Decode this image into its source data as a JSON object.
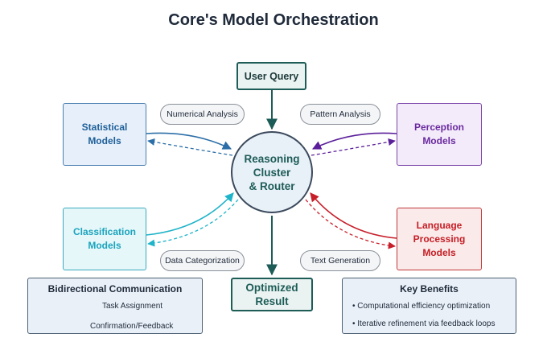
{
  "title": "Core's Model Orchestration",
  "nodes": {
    "user_query": "User Query",
    "router": [
      "Reasoning",
      "Cluster",
      "& Router"
    ],
    "result": [
      "Optimized",
      "Result"
    ],
    "statistical": [
      "Statistical",
      "Models"
    ],
    "classification": [
      "Classification",
      "Models"
    ],
    "perception": [
      "Perception",
      "Models"
    ],
    "language": [
      "Language",
      "Processing",
      "Models"
    ]
  },
  "edge_labels": {
    "numerical": "Numerical Analysis",
    "pattern": "Pattern Analysis",
    "data_cat": "Data Categorization",
    "text_gen": "Text Generation"
  },
  "legend": {
    "title": "Bidirectional Communication",
    "task": "Task Assignment",
    "feedback": "Confirmation/Feedback"
  },
  "benefits": {
    "title": "Key Benefits",
    "items": [
      "• Computational efficiency optimization",
      "• Iterative refinement via feedback loops"
    ]
  },
  "colors": {
    "teal": "#1d5c57",
    "statistical": "#2c6fa8",
    "classification": "#1fb4c9",
    "perception": "#5b1f9a",
    "language": "#c81e2a"
  }
}
